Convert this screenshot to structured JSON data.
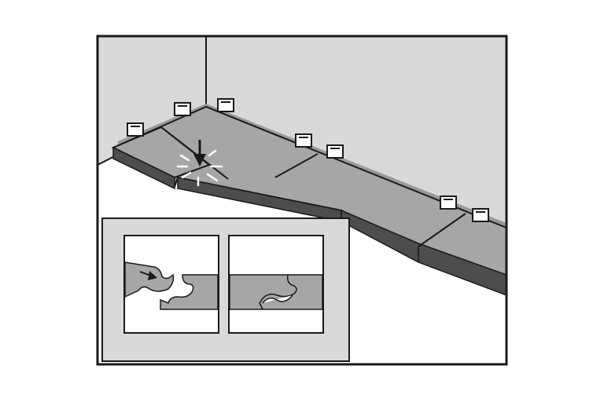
{
  "illustration": {
    "subject": "laminate-flooring-click-lock-installation",
    "colors": {
      "background": "#ffffff",
      "wall": "#d9d9d9",
      "plank_top": "#a6a6a6",
      "plank_edge": "#4d4d4d",
      "floor": "#ffffff",
      "outline": "#1a1a1a",
      "inset_panel": "#d9d9d9",
      "spacer": "#ffffff"
    },
    "icons": [
      "down-arrow-icon",
      "impact-burst-icon",
      "right-arrow-icon"
    ],
    "inset": {
      "panels": [
        "angled-insert-step",
        "locked-joint-step"
      ]
    }
  }
}
